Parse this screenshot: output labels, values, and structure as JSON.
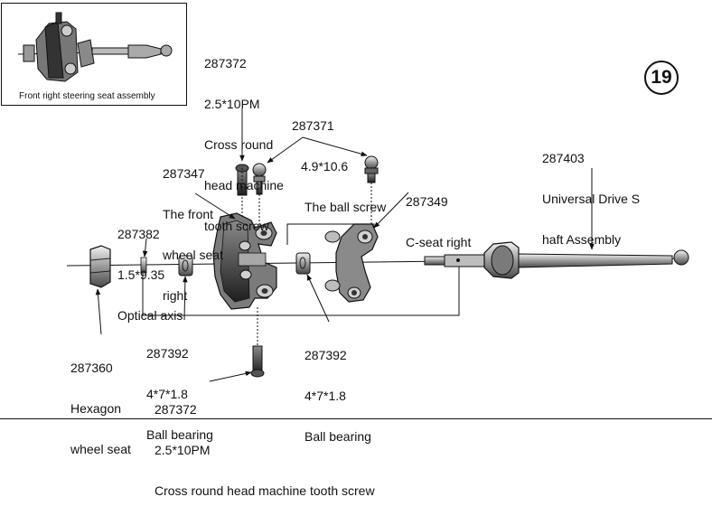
{
  "inset": {
    "caption": "Front right steering seat assembly"
  },
  "step_number": "19",
  "labels": {
    "screw_top": {
      "code": "287372",
      "lines": [
        "2.5*10PM",
        "Cross round",
        "head machine",
        "tooth screw"
      ]
    },
    "ball_screw": {
      "code": "287371",
      "lines": [
        "4.9*10.6",
        "The ball screw"
      ]
    },
    "wheel_seat": {
      "code": "287347",
      "lines": [
        "The front",
        "wheel seat",
        "right"
      ]
    },
    "c_seat": {
      "code": "287349",
      "lines": [
        "C-seat right"
      ]
    },
    "drive_shaft": {
      "code": "287403",
      "lines": [
        "Universal Drive S",
        "haft Assembly"
      ]
    },
    "optical_axis": {
      "code": "287382",
      "lines": [
        "1.5*9.35",
        "Optical axis"
      ]
    },
    "hexagon": {
      "code": "287360",
      "lines": [
        "Hexagon",
        "wheel seat"
      ]
    },
    "bearing_left": {
      "code": "287392",
      "lines": [
        "4*7*1.8",
        "Ball bearing"
      ]
    },
    "bearing_right": {
      "code": "287392",
      "lines": [
        "4*7*1.8",
        "Ball bearing"
      ]
    },
    "screw_bottom": {
      "code": "287372",
      "lines": [
        "2.5*10PM",
        "Cross round head machine tooth screw"
      ]
    }
  }
}
